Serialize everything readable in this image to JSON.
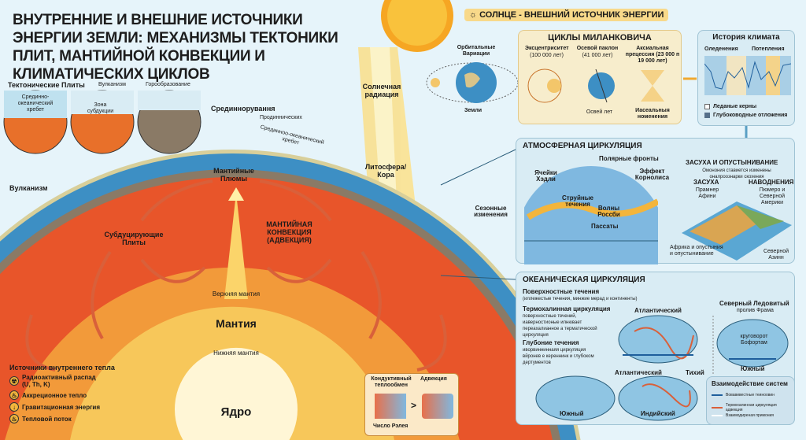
{
  "title": "ВНУТРЕННИЕ И ВНЕШНИЕ ИСТОЧНИКИ ЭНЕРГИИ ЗЕМЛИ: МЕХАНИЗМЫ ТЕКТОНИКИ ПЛИТ, МАНТИЙНОЙ КОНВЕКЦИИ И КЛИМАТИЧЕСКИХ ЦИКЛОВ",
  "tectonics": {
    "heading": "Тектонические Плиты",
    "volcanism": "Вулканизм",
    "orogeny": "Горообразование",
    "ridge": "Срединно-океанический хребет",
    "subduction_zone": "Зона субдукции"
  },
  "earth": {
    "spreading": "Срединнорування",
    "prod": "Продиннических",
    "ridge": "Срединноо-океанический хребет",
    "volcanism": "Вулканизм",
    "lithosphere": "Литосфера/ Кора",
    "plumes": "Мантийные Плюмы",
    "subducting": "Субдуцирующие Плиты",
    "convection": "МАНТИЙНАЯ КОНВЕКЦИЯ (АДВЕКЦИЯ)",
    "upper_mantle": "Верхняя мантия",
    "mantle": "Мантия",
    "lower_mantle": "Нижняя мантия",
    "core": "Ядро",
    "solar": "Солнечная радиация"
  },
  "heat_sources": {
    "heading": "Источники внутреннего тепла",
    "items": [
      {
        "icon": "radiation-icon",
        "label": "Радиоактивный распад (U, Th, K)"
      },
      {
        "icon": "flame-icon",
        "label": "Аккреционное тепло"
      },
      {
        "icon": "arrow-down-icon",
        "label": "Гравитационная энергия"
      },
      {
        "icon": "flame-icon",
        "label": "Тепловой поток"
      }
    ]
  },
  "heat_transfer": {
    "conductive": "Кондуктивный теплообмен",
    "advection": "Адвекция",
    "rayleigh": "Число Рэлея",
    "gt": ">"
  },
  "sun": {
    "header": "СОЛНЦЕ - ВНЕШНИЙ ИСТОЧНИК ЭНЕРГИИ",
    "orbital": "Орбитальные Вариации",
    "earth": "Земли"
  },
  "milankovitch": {
    "title": "ЦИКЛЫ МИЛАНКОВИЧА",
    "ecc": "Эксцентриситет",
    "ecc_sub": "(100 000 лет)",
    "tilt": "Осевой паклон",
    "tilt_sub": "(41 000 лет)",
    "tilt_bottom": "Освей лет",
    "prec": "Аксиальная прецессия (23 000 п 19 000 лет)",
    "prec_bottom": "Иасеальныя номенения"
  },
  "climate": {
    "title": "История климата",
    "glacial": "Оледенения",
    "warming": "Потепления",
    "legend": [
      "Леданые керны",
      "Глубоководные отложения"
    ]
  },
  "atmos": {
    "title": "АТМОСФЕРНАЯ ЦИРКУЛЯЦИЯ",
    "polar": "Полярные фронты",
    "hadley": "Ячейки Хэдли",
    "coriolis": "Эффект Корнолиса",
    "jet": "Струйные течения",
    "rossby": "Волны Россби",
    "trade": "Пассаты",
    "seasonal": "Сезонные изменения",
    "drought_title": "ЗАСУХА И ОПУСТЫНИВАНИЕ",
    "drought_sub": "Омонония ставиется изменены оналроознарки скохения",
    "drought": "ЗАСУХА",
    "drought_ex": "Прамнер Афини",
    "flood": "НАВОДНЕНИЯ",
    "flood_ex": "Пюмеро и Северной Америки",
    "africa": "Африка и опустыния и опустынивание",
    "north_asia": "Северной Азинн"
  },
  "ocean": {
    "title": "ОКЕАНИЧЕСКАЯ ЦИРКУЛЯЦИЯ",
    "surface": "Поверхностные течения",
    "surface_sub": "(иллежестые течения, минжие мерад и континенты)",
    "thermo": "Термохалинная циркуляция",
    "thermo_sub": "поверхностные течений, иаверностионые илнювает переахалианное а терматической цирхуляция",
    "deep": "Глубоние течения",
    "deep_sub": "иворвинниннаяя циркуляция вйронев е кереннинк и глубоком дертументов",
    "atlantic": "Атлантический",
    "atlantic2": "Атлантический",
    "pacific": "Тихий",
    "arctic": "Северный Ледовитый",
    "fram": "пролив Фрама",
    "beaufort": "круговорот Бофортам",
    "southern": "Южный",
    "southern2": "Южный",
    "indian": "Индийский"
  },
  "systems": {
    "title": "Взаимодействие систем",
    "items": [
      "Вовавивестные теиноовин",
      "Термохалинная циркуляция адвекция",
      "Взаимодиреная примония"
    ]
  },
  "colors": {
    "ocean": "#3d8fc4",
    "crust": "#8a7a66",
    "upper": "#e8552a",
    "mid": "#f29a3a",
    "lower": "#f7c75a",
    "core": "#fff6d6",
    "warm": "#d9603a",
    "cold": "#1f5f9c"
  }
}
